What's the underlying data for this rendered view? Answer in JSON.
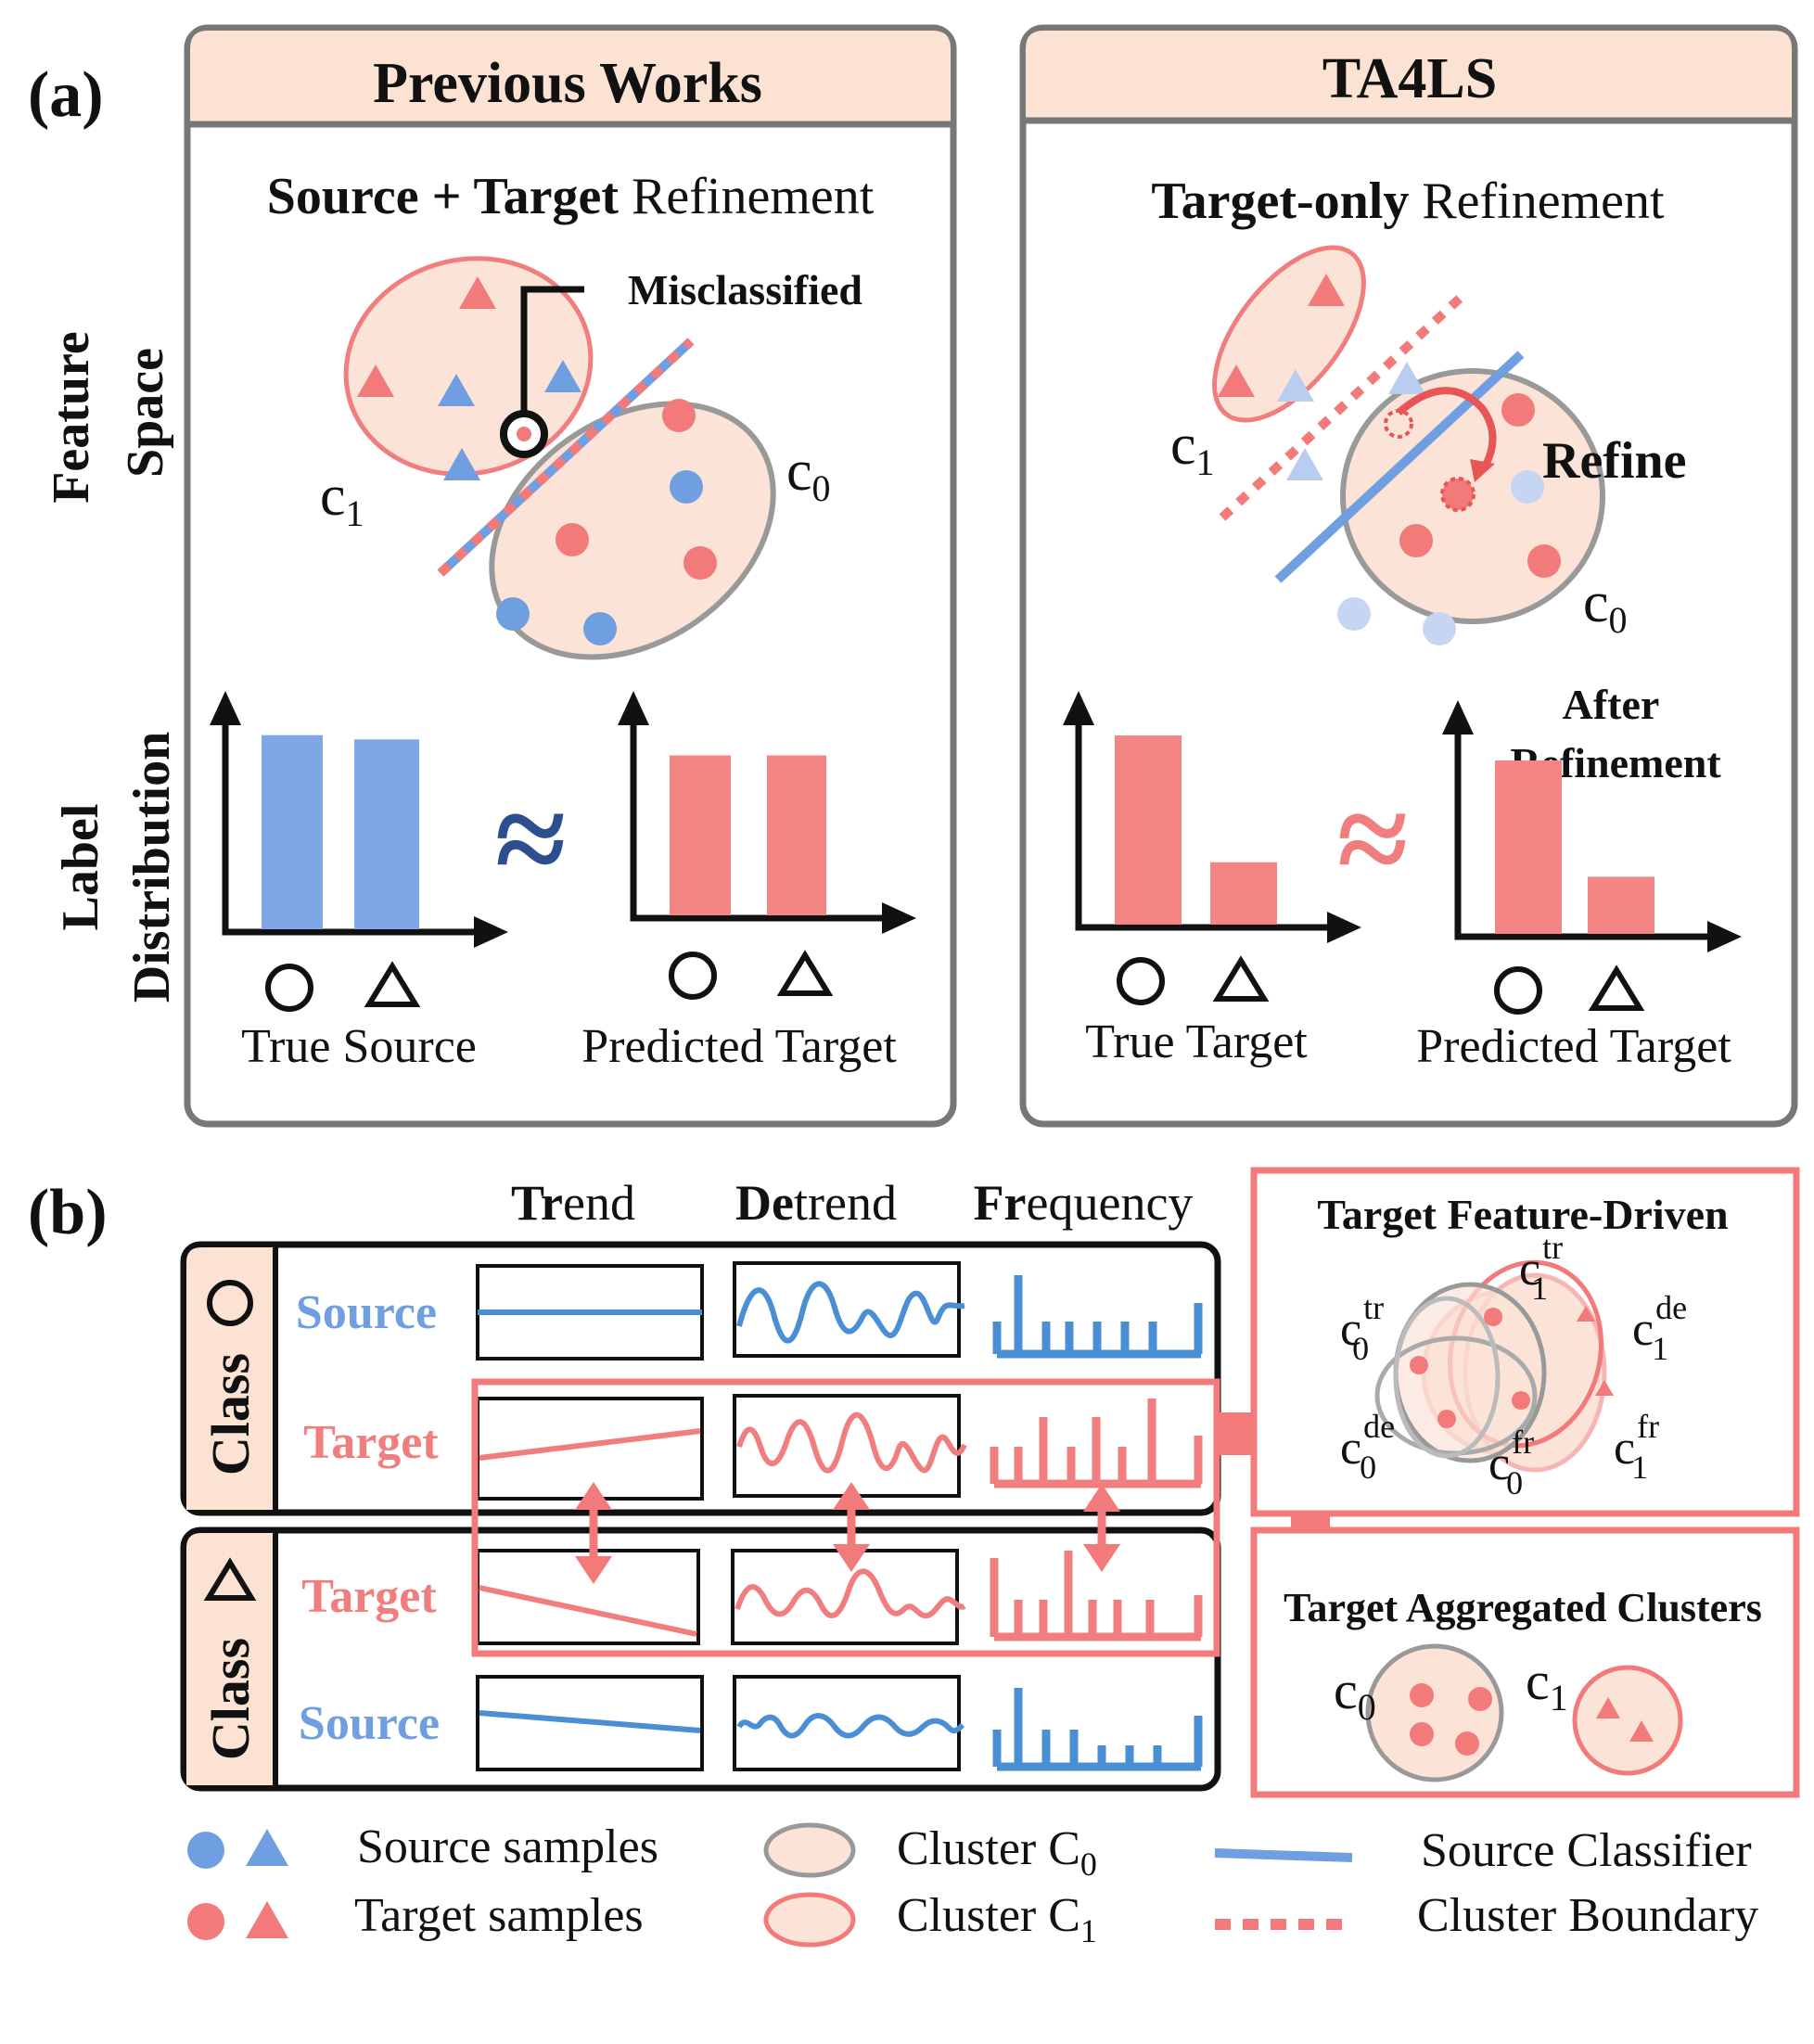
{
  "panel_a": {
    "label": "(a)",
    "row_labels": {
      "feature_line1": "Feature",
      "feature_line2": "Space",
      "label_line1": "Label",
      "label_line2": "Distribution"
    },
    "previous": {
      "header": "Previous Works",
      "subtitle_bold": "Source + Target",
      "subtitle_rest": " Refinement",
      "misclassified": "Misclassified",
      "c1_base": "c",
      "c1_sub": "1",
      "c0_base": "c",
      "c0_sub": "0",
      "approx": "≈",
      "source_caption": "True Source",
      "target_caption": "Predicted Target"
    },
    "ta4ls": {
      "header": "TA4LS",
      "subtitle_bold": "Target-only",
      "subtitle_rest": " Refinement",
      "refine": "Refine",
      "c1_base": "c",
      "c1_sub": "1",
      "c0_base": "c",
      "c0_sub": "0",
      "approx": "≈",
      "after_line1": "After",
      "after_line2": "Refinement",
      "true_caption": "True Target",
      "pred_caption": "Predicted Target"
    },
    "distributions": {
      "prev_true_source": [
        0.91,
        0.89
      ],
      "prev_predicted_target": [
        0.75,
        0.75
      ],
      "ta4ls_true_target": [
        0.85,
        0.28
      ],
      "ta4ls_predicted_target": [
        0.85,
        0.28
      ]
    }
  },
  "panel_b": {
    "label": "(b)",
    "col_trend_bold": "Tr",
    "col_trend_rest": "end",
    "col_detrend_bold": "De",
    "col_detrend_rest": "trend",
    "col_freq_bold": "Fr",
    "col_freq_rest": "equency",
    "class_label": "Class",
    "source": "Source",
    "target": "Target",
    "feature_driven_title": "Target Feature-Driven",
    "aggregated_title": "Target Aggregated Clusters",
    "fd_labels": {
      "c0tr_sup": "tr",
      "c0de_sup": "de",
      "c0fr_sup": "fr",
      "c1tr_sup": "tr",
      "c1de_sup": "de",
      "c1fr_sup": "fr",
      "base": "c",
      "sub0": "0",
      "sub1": "1"
    },
    "agg_c0": "c",
    "agg_c0_sub": "0",
    "agg_c1": "c",
    "agg_c1_sub": "1"
  },
  "legend": {
    "source_samples": "Source samples",
    "target_samples": "Target samples",
    "cluster_c0": "Cluster C",
    "cluster_c0_sub": "0",
    "cluster_c1": "Cluster C",
    "cluster_c1_sub": "1",
    "source_classifier": "Source Classifier",
    "cluster_boundary": "Cluster Boundary"
  },
  "colors": {
    "blue": "#6f9fe0",
    "blue_line": "#4a8ed3",
    "red": "#f27a7a",
    "red_line": "#f07e7e",
    "cluster_fill": "#fbe3d8",
    "header_fill": "#fbe2d2",
    "panel_border": "#777777",
    "approx_blue": "#2d4f8f",
    "approx_red": "#f07e7e"
  }
}
